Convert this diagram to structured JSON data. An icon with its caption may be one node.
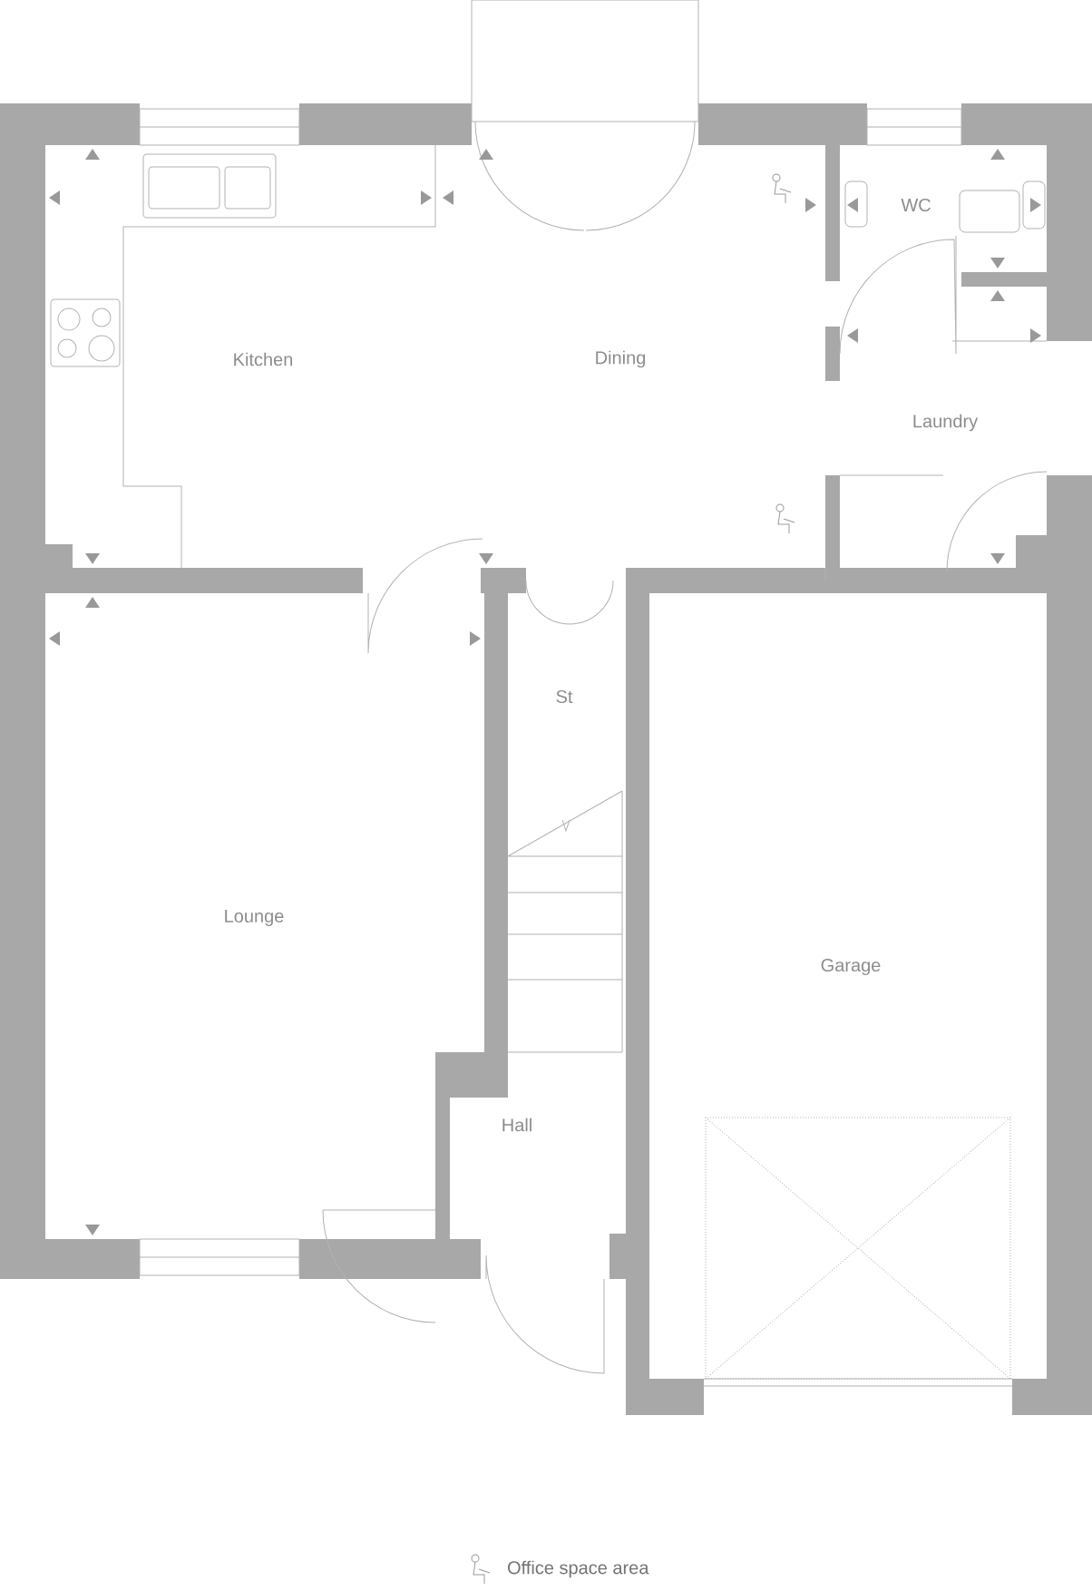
{
  "diagram": {
    "labels": [
      "Kitchen",
      "Dining",
      "WC",
      "Laundry",
      "St",
      "Lounge",
      "Hall",
      "Garage"
    ],
    "legend": [
      {
        "text": "Office space area"
      }
    ]
  }
}
